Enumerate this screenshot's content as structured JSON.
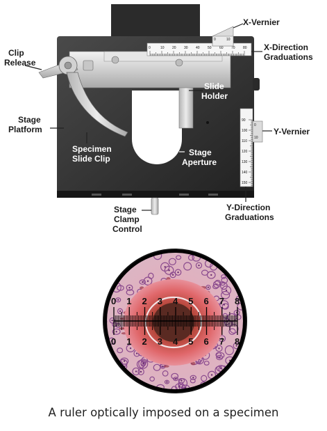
{
  "stage": {
    "labels": {
      "x_vernier": "X-Vernier",
      "x_direction_1": "X-Direction",
      "x_direction_2": "Graduations",
      "clip_release_1": "Clip",
      "clip_release_2": "Release",
      "slide_holder_1": "Slide",
      "slide_holder_2": "Holder",
      "stage_platform_1": "Stage",
      "stage_platform_2": "Platform",
      "y_vernier": "Y-Vernier",
      "specimen_clip_1": "Specimen",
      "specimen_clip_2": "Slide Clip",
      "stage_aperture_1": "Stage",
      "stage_aperture_2": "Aperture",
      "stage_clamp_1": "Stage",
      "stage_clamp_2": "Clamp",
      "stage_clamp_3": "Control",
      "y_direction_1": "Y-Direction",
      "y_direction_2": "Graduations"
    },
    "x_scale_numbers": [
      "0",
      "10",
      "20",
      "30",
      "40",
      "50",
      "60",
      "70",
      "80"
    ],
    "y_scale_numbers": [
      "90",
      "100",
      "110",
      "120",
      "130",
      "140",
      "150"
    ],
    "x_vernier_numbers": [
      "0",
      "10"
    ],
    "y_vernier_numbers": [
      "0",
      "10"
    ]
  },
  "reticle": {
    "numbers": [
      "0",
      "1",
      "2",
      "3",
      "4",
      "5",
      "6",
      "7",
      "8"
    ]
  },
  "caption": "A ruler optically imposed on a specimen"
}
